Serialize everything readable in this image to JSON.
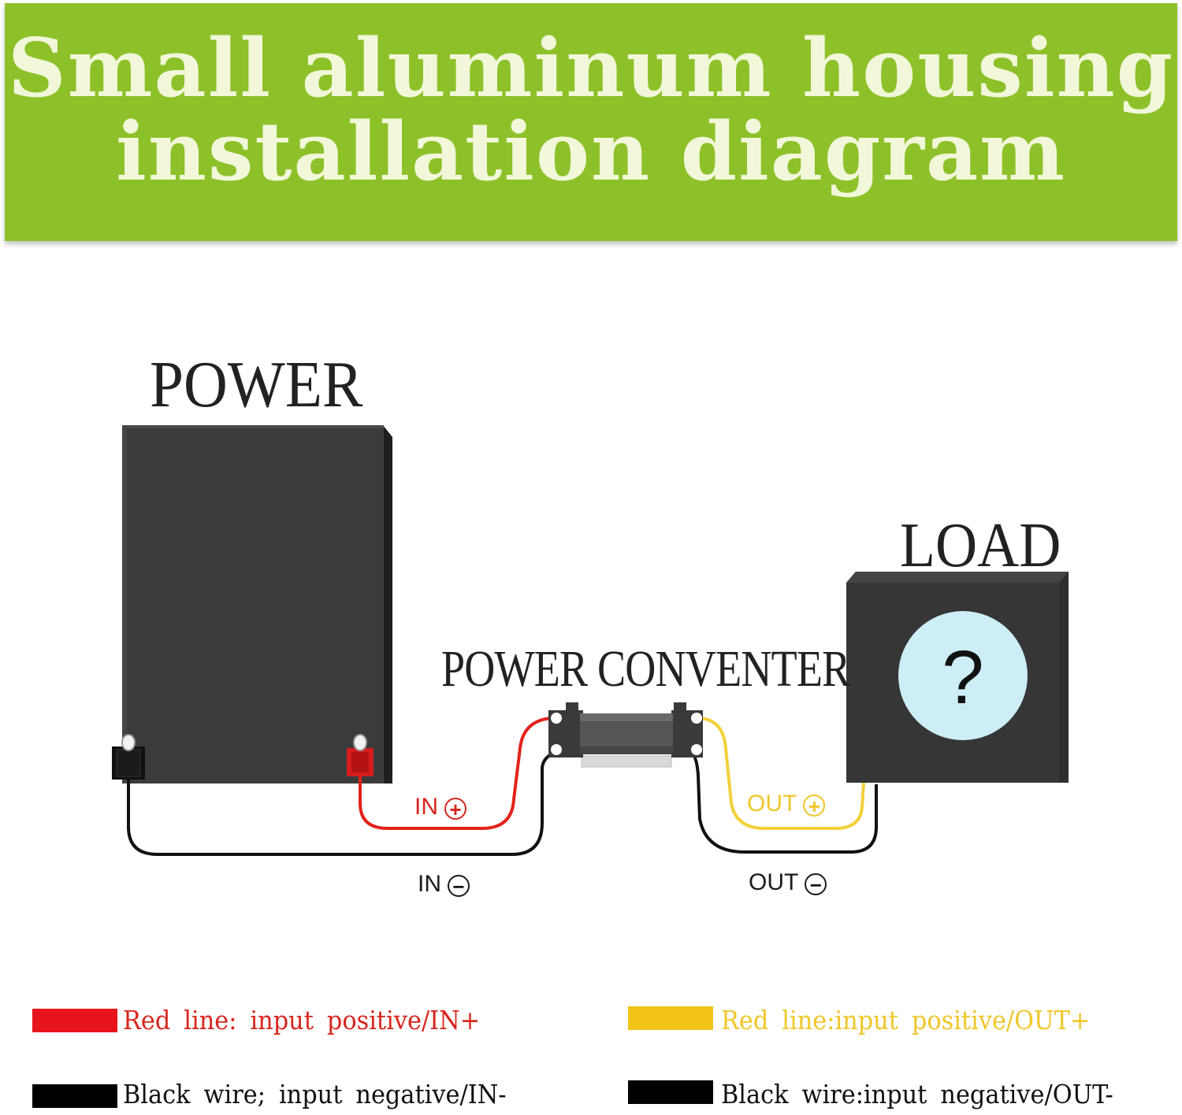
{
  "title": "Small aluminum housing installation diagram",
  "labels": {
    "power": "POWER",
    "load": "LOAD",
    "converter": "POWER CONVENTER",
    "load_symbol": "?"
  },
  "wire_labels": {
    "in_plus": "IN",
    "in_plus_sign": "+",
    "in_minus": "IN",
    "in_minus_sign": "−",
    "out_plus": "OUT",
    "out_plus_sign": "+",
    "out_minus": "OUT",
    "out_minus_sign": "−"
  },
  "legend": [
    {
      "text": "Red line: input positive/IN+",
      "color": "#e8141c",
      "text_color": "#d7261e"
    },
    {
      "text": "Red line:input positive/OUT+",
      "color": "#f3c318",
      "text_color": "#f0c62a"
    },
    {
      "text": "Black wire; input negative/IN-",
      "color": "#000000",
      "text_color": "#111111"
    },
    {
      "text": "Black wire:input negative/OUT-",
      "color": "#000000",
      "text_color": "#111111"
    }
  ],
  "colors": {
    "banner": "#8dc12a",
    "banner_text": "#f2f7d9",
    "red_wire": "#e2231a",
    "yellow_wire": "#f3d03a",
    "black_wire": "#111111",
    "device_body": "#3a3a3a",
    "load_dial": "#cdeef6"
  }
}
